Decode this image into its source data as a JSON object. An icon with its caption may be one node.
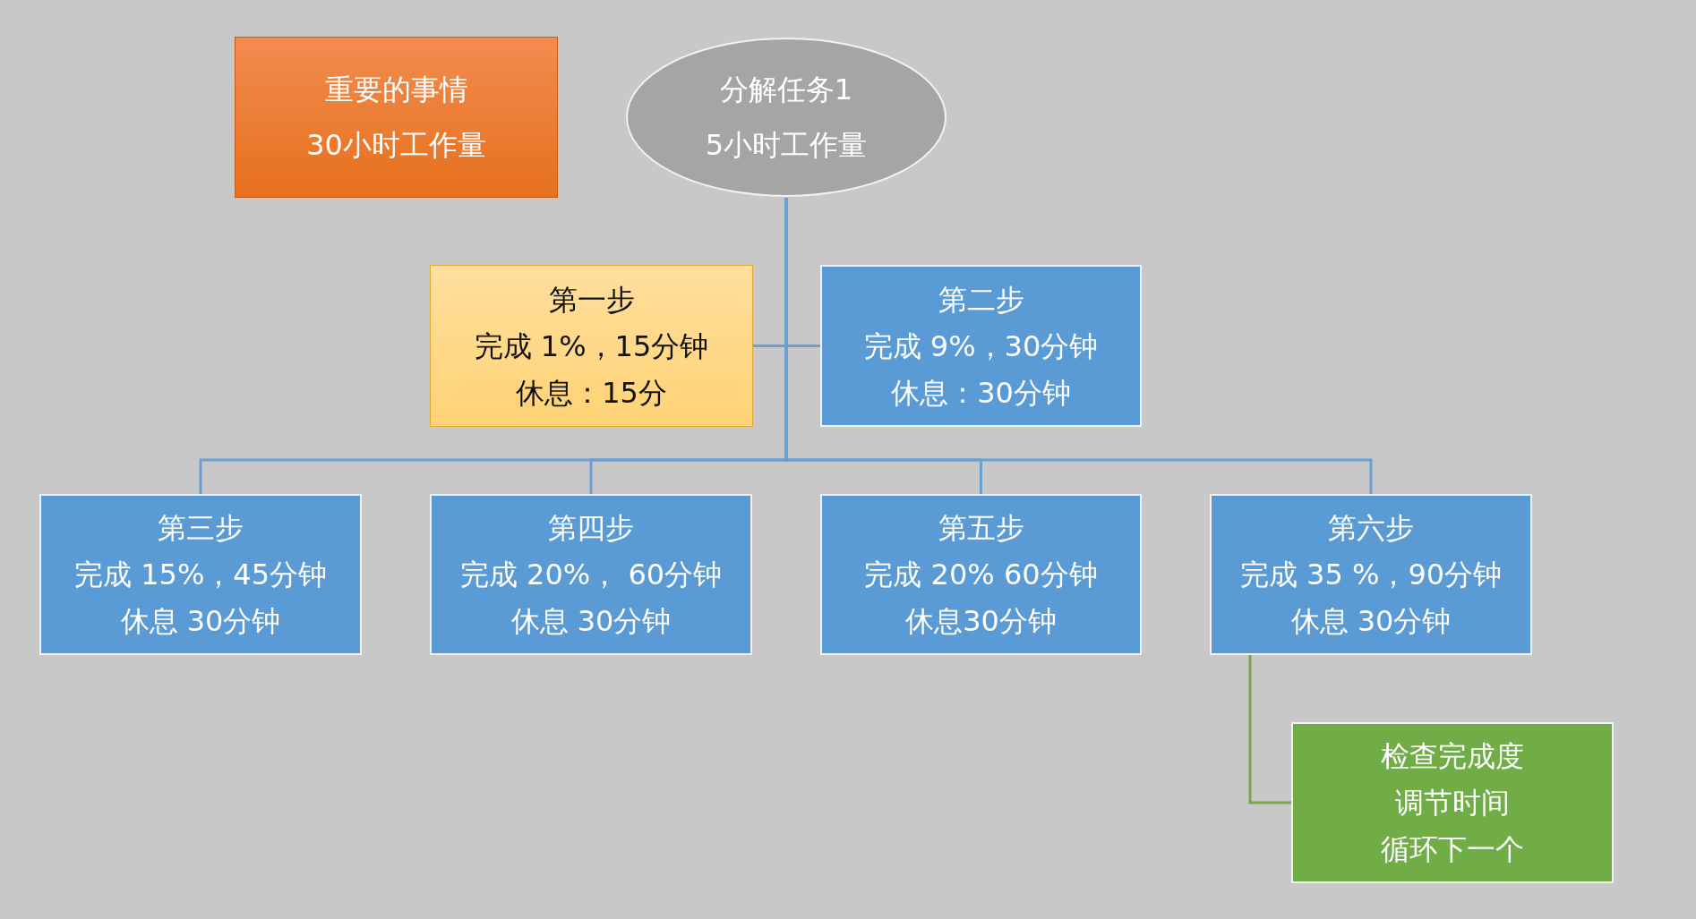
{
  "diagram": {
    "nodes": [
      {
        "text": [
          "重要的事情",
          "30小时工作量"
        ]
      },
      {
        "text": [
          "分解任务1",
          "5小时工作量"
        ]
      },
      {
        "text": [
          "第一步",
          "完成 1%，15分钟",
          "休息：15分"
        ]
      },
      {
        "text": [
          "第二步",
          "完成 9%，30分钟",
          "休息：30分钟"
        ]
      },
      {
        "text": [
          "第三步",
          "完成 15%，45分钟",
          "休息 30分钟"
        ]
      },
      {
        "text": [
          "第四步",
          "完成 20%， 60分钟",
          "休息 30分钟"
        ]
      },
      {
        "text": [
          "第五步",
          "完成 20% 60分钟",
          "休息30分钟"
        ]
      },
      {
        "text": [
          "第六步",
          "完成 35 %，90分钟",
          "休息 30分钟"
        ]
      },
      {
        "text": [
          "检查完成度",
          "调节时间",
          "循环下一个"
        ]
      }
    ],
    "edges": [
      {
        "from": 1,
        "to": 2,
        "arrow": "none"
      },
      {
        "from": 1,
        "to": 3,
        "arrow": "none"
      },
      {
        "from": 1,
        "to": 4,
        "arrow": "none"
      },
      {
        "from": 1,
        "to": 5,
        "arrow": "none"
      },
      {
        "from": 1,
        "to": 6,
        "arrow": "none"
      },
      {
        "from": 1,
        "to": 7,
        "arrow": "none"
      },
      {
        "from": 7,
        "to": 8,
        "arrow": "none",
        "color": "#7aa64f"
      }
    ]
  }
}
